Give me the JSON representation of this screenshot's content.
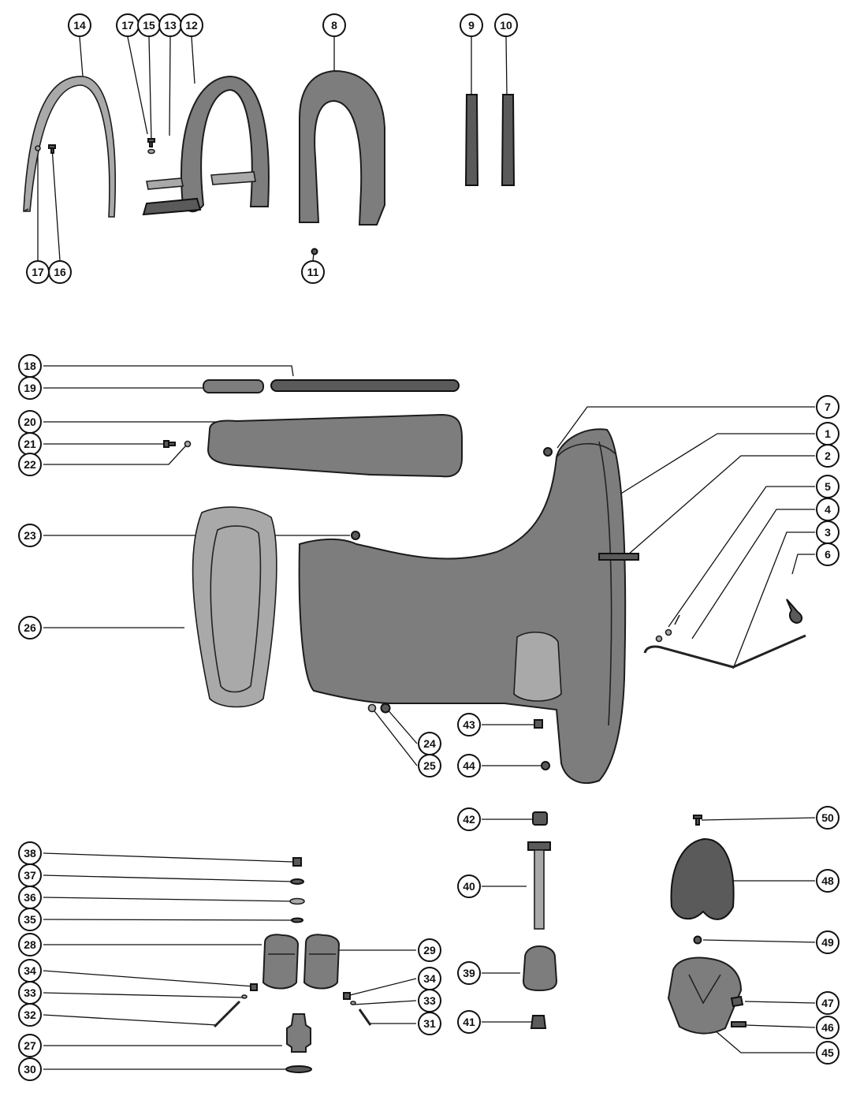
{
  "callouts": {
    "c14": "14",
    "c17a": "17",
    "c15": "15",
    "c13": "13",
    "c12": "12",
    "c8": "8",
    "c9": "9",
    "c10": "10",
    "c17b": "17",
    "c16": "16",
    "c11": "11",
    "c18": "18",
    "c19": "19",
    "c20": "20",
    "c21": "21",
    "c22": "22",
    "c7": "7",
    "c1": "1",
    "c2": "2",
    "c5": "5",
    "c4": "4",
    "c3": "3",
    "c6": "6",
    "c23": "23",
    "c26": "26",
    "c43": "43",
    "c24": "24",
    "c25": "25",
    "c44": "44",
    "c42": "42",
    "c50": "50",
    "c38": "38",
    "c37": "37",
    "c36": "36",
    "c35": "35",
    "c40": "40",
    "c48": "48",
    "c28": "28",
    "c29": "29",
    "c49": "49",
    "c34a": "34",
    "c34b": "34",
    "c39": "39",
    "c33a": "33",
    "c33b": "33",
    "c47": "47",
    "c32": "32",
    "c31": "31",
    "c41": "41",
    "c46": "46",
    "c27": "27",
    "c45": "45",
    "c30": "30"
  },
  "colors": {
    "ink": "#111111",
    "part_shade": "#7d7d7d",
    "part_dark": "#5a5a5a",
    "part_light": "#a9a9a9",
    "background": "#ffffff"
  }
}
